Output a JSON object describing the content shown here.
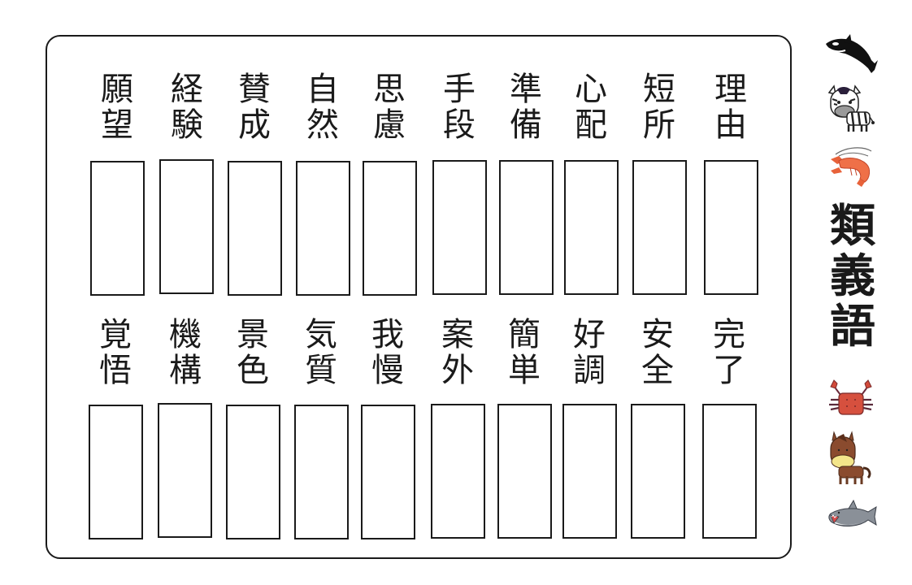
{
  "worksheet": {
    "title": "類義語",
    "title_chars": [
      "類",
      "義",
      "語"
    ],
    "rows": [
      {
        "words": [
          {
            "word": "願望",
            "chars": [
              "願",
              "望"
            ]
          },
          {
            "word": "経験",
            "chars": [
              "経",
              "験"
            ]
          },
          {
            "word": "賛成",
            "chars": [
              "賛",
              "成"
            ]
          },
          {
            "word": "自然",
            "chars": [
              "自",
              "然"
            ]
          },
          {
            "word": "思慮",
            "chars": [
              "思",
              "慮"
            ]
          },
          {
            "word": "手段",
            "chars": [
              "手",
              "段"
            ]
          },
          {
            "word": "準備",
            "chars": [
              "準",
              "備"
            ]
          },
          {
            "word": "心配",
            "chars": [
              "心",
              "配"
            ]
          },
          {
            "word": "短所",
            "chars": [
              "短",
              "所"
            ]
          },
          {
            "word": "理由",
            "chars": [
              "理",
              "由"
            ]
          }
        ]
      },
      {
        "words": [
          {
            "word": "覚悟",
            "chars": [
              "覚",
              "悟"
            ]
          },
          {
            "word": "機構",
            "chars": [
              "機",
              "構"
            ]
          },
          {
            "word": "景色",
            "chars": [
              "景",
              "色"
            ]
          },
          {
            "word": "気質",
            "chars": [
              "気",
              "質"
            ]
          },
          {
            "word": "我慢",
            "chars": [
              "我",
              "慢"
            ]
          },
          {
            "word": "案外",
            "chars": [
              "案",
              "外"
            ]
          },
          {
            "word": "簡単",
            "chars": [
              "簡",
              "単"
            ]
          },
          {
            "word": "好調",
            "chars": [
              "好",
              "調"
            ]
          },
          {
            "word": "安全",
            "chars": [
              "安",
              "全"
            ]
          },
          {
            "word": "完了",
            "chars": [
              "完",
              "了"
            ]
          }
        ]
      }
    ]
  },
  "illustrations": {
    "top": [
      "orca-icon",
      "zebra-icon",
      "shrimp-icon"
    ],
    "bottom": [
      "crab-icon",
      "horse-icon",
      "shark-icon"
    ]
  },
  "colors": {
    "ink": "#1a1a1a",
    "paper": "#ffffff",
    "orca": "#111111",
    "shrimp": "#e8623a",
    "crab": "#d24a3a",
    "horse": "#8a4b2e",
    "horse_muzzle": "#f3e58a",
    "shark": "#8a9098"
  }
}
